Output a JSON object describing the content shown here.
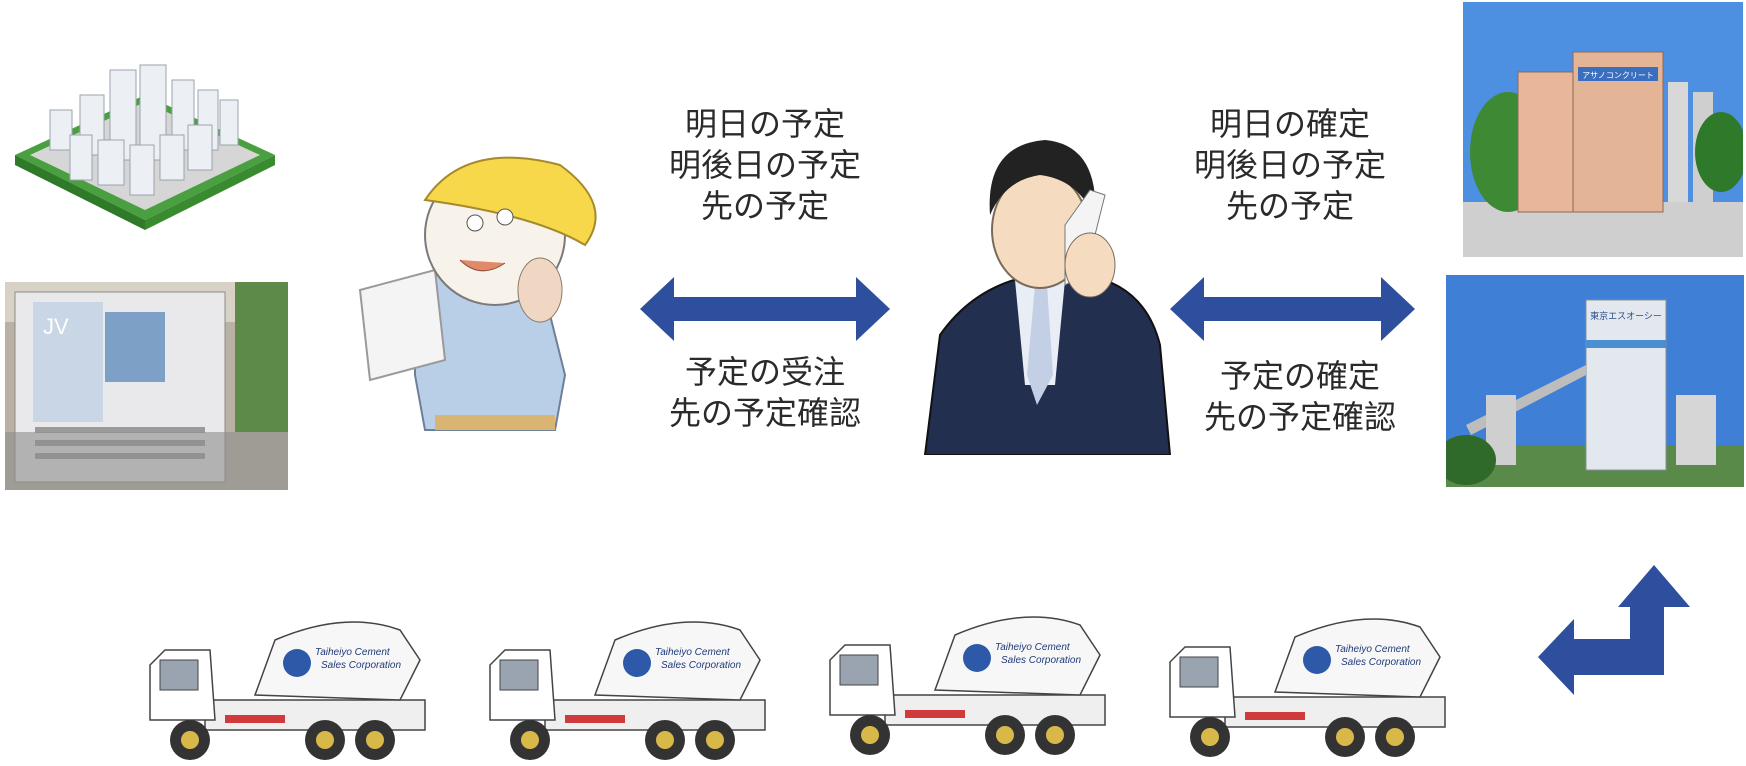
{
  "flow": {
    "site_to_staff": {
      "top": [
        "明日の予定",
        "明後日の予定",
        "先の予定"
      ],
      "bottom": [
        "予定の受注",
        "先の予定確認"
      ]
    },
    "staff_to_plant": {
      "top": [
        "明日の確定",
        "明後日の予定",
        "先の予定"
      ],
      "bottom": [
        "予定の確定",
        "先の予定確認"
      ]
    }
  },
  "signboard": {
    "jv": "JV"
  },
  "plants": {
    "upper_sign": "アサノコンクリート",
    "lower_sign": "東京エスオーシー"
  },
  "trucks": [
    {
      "company_line1": "Taiheiyo Cement",
      "company_line2": "Sales Corporation"
    },
    {
      "company_line1": "Taiheiyo Cement",
      "company_line2": "Sales Corporation"
    },
    {
      "company_line1": "Taiheiyo Cement",
      "company_line2": "Sales Corporation"
    },
    {
      "company_line1": "Taiheiyo Cement",
      "company_line2": "Sales Corporation"
    }
  ],
  "colors": {
    "arrow": "#2e4f9e",
    "sky": "#3f7fd6",
    "ground": "#4a9a3a"
  },
  "icons": [
    "city-buildings-icon",
    "construction-sign-photo",
    "construction-worker-icon",
    "businessman-phone-icon",
    "concrete-plant-photo",
    "concrete-mixer-truck-icon",
    "return-arrow-icon"
  ]
}
